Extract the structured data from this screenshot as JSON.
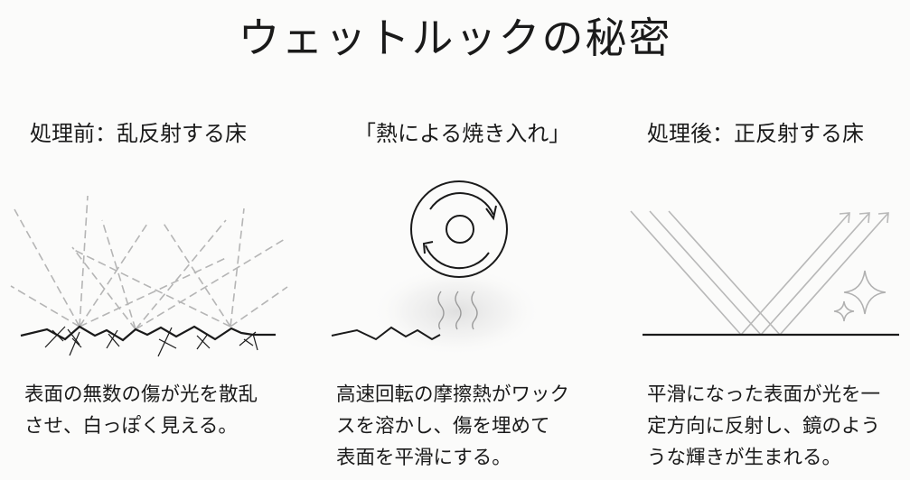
{
  "title": "ウェットルックの秘密",
  "panels": [
    {
      "heading": "処理前：乱反射する床",
      "illustration": "scattered-reflection-rough-floor",
      "description_lines": [
        "表面の無数の傷が光を散乱",
        "させ、白っぽく見える。"
      ]
    },
    {
      "heading": "「熱による焼き入れ」",
      "illustration": "rotating-buffer-pad-heat",
      "description_lines": [
        "高速回転の摩擦熱がワック",
        "スを溶かし、傷を埋めて",
        "表面を平滑にする。"
      ]
    },
    {
      "heading": "処理後：正反射する床",
      "illustration": "specular-reflection-smooth-floor",
      "description_lines": [
        "平滑になった表面が光を一",
        "定方向に反射し、鏡のよう",
        "うな輝きが生まれる。"
      ]
    }
  ],
  "colors": {
    "background": "#fbfbfa",
    "ink": "#1a1a1a",
    "ray": "#b8b8b8",
    "heat_glow": "#e6e6e6"
  }
}
